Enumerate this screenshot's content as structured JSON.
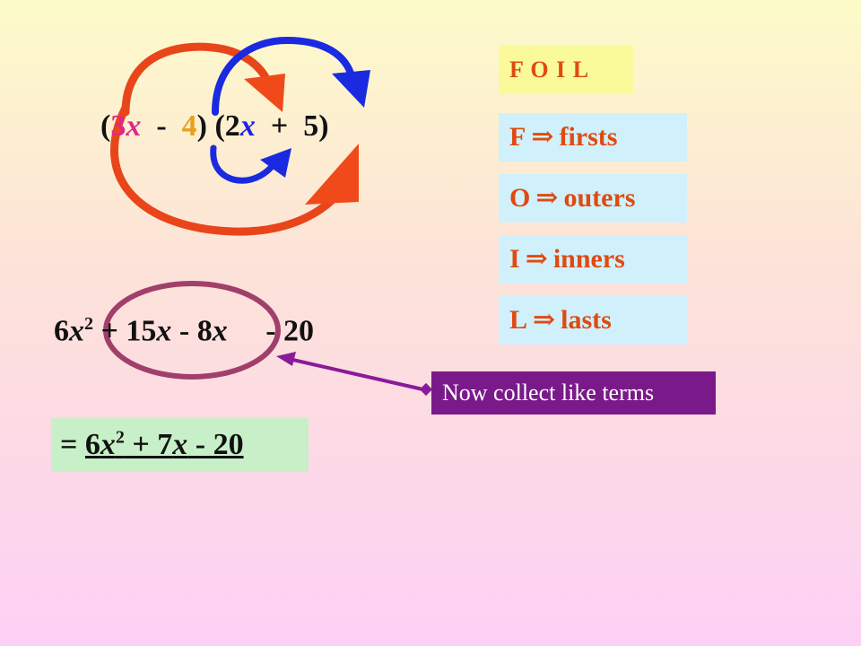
{
  "binomial": {
    "open1": "(",
    "a": "3",
    "x1": "x",
    "minus": "-",
    "b": "4",
    "close1open2": ") (2",
    "x2": "x",
    "plus": "+",
    "d": "5)"
  },
  "foil": {
    "title": "F O I L",
    "items": [
      {
        "letter": "F",
        "arrow": "⇒",
        "word": "firsts"
      },
      {
        "letter": "O",
        "arrow": "⇒",
        "word": "outers"
      },
      {
        "letter": "I",
        "arrow": "⇒",
        "word": "inners"
      },
      {
        "letter": "L",
        "arrow": "⇒",
        "word": "lasts"
      }
    ]
  },
  "expansion": {
    "t1_coef": "6",
    "t1_var": "x",
    "t1_exp": "2",
    "t2": "+ 15",
    "t2_var": "x",
    "t3": "- 8",
    "t3_var": "x",
    "t4": "- 20"
  },
  "callout": {
    "text": "Now collect like terms"
  },
  "result": {
    "eq": "= ",
    "c1": "6",
    "v1": "x",
    "e1": "2",
    "rest1": " + 7",
    "v2": "x",
    "rest2": " - 20"
  },
  "colors": {
    "red_arc": "#e8461a",
    "blue_arc": "#1a2ae0",
    "circle": "#a0406a",
    "callout_bg": "#7a1a8a",
    "foil_bg": "#d0f0fb",
    "result_bg": "#c8f0c8"
  }
}
